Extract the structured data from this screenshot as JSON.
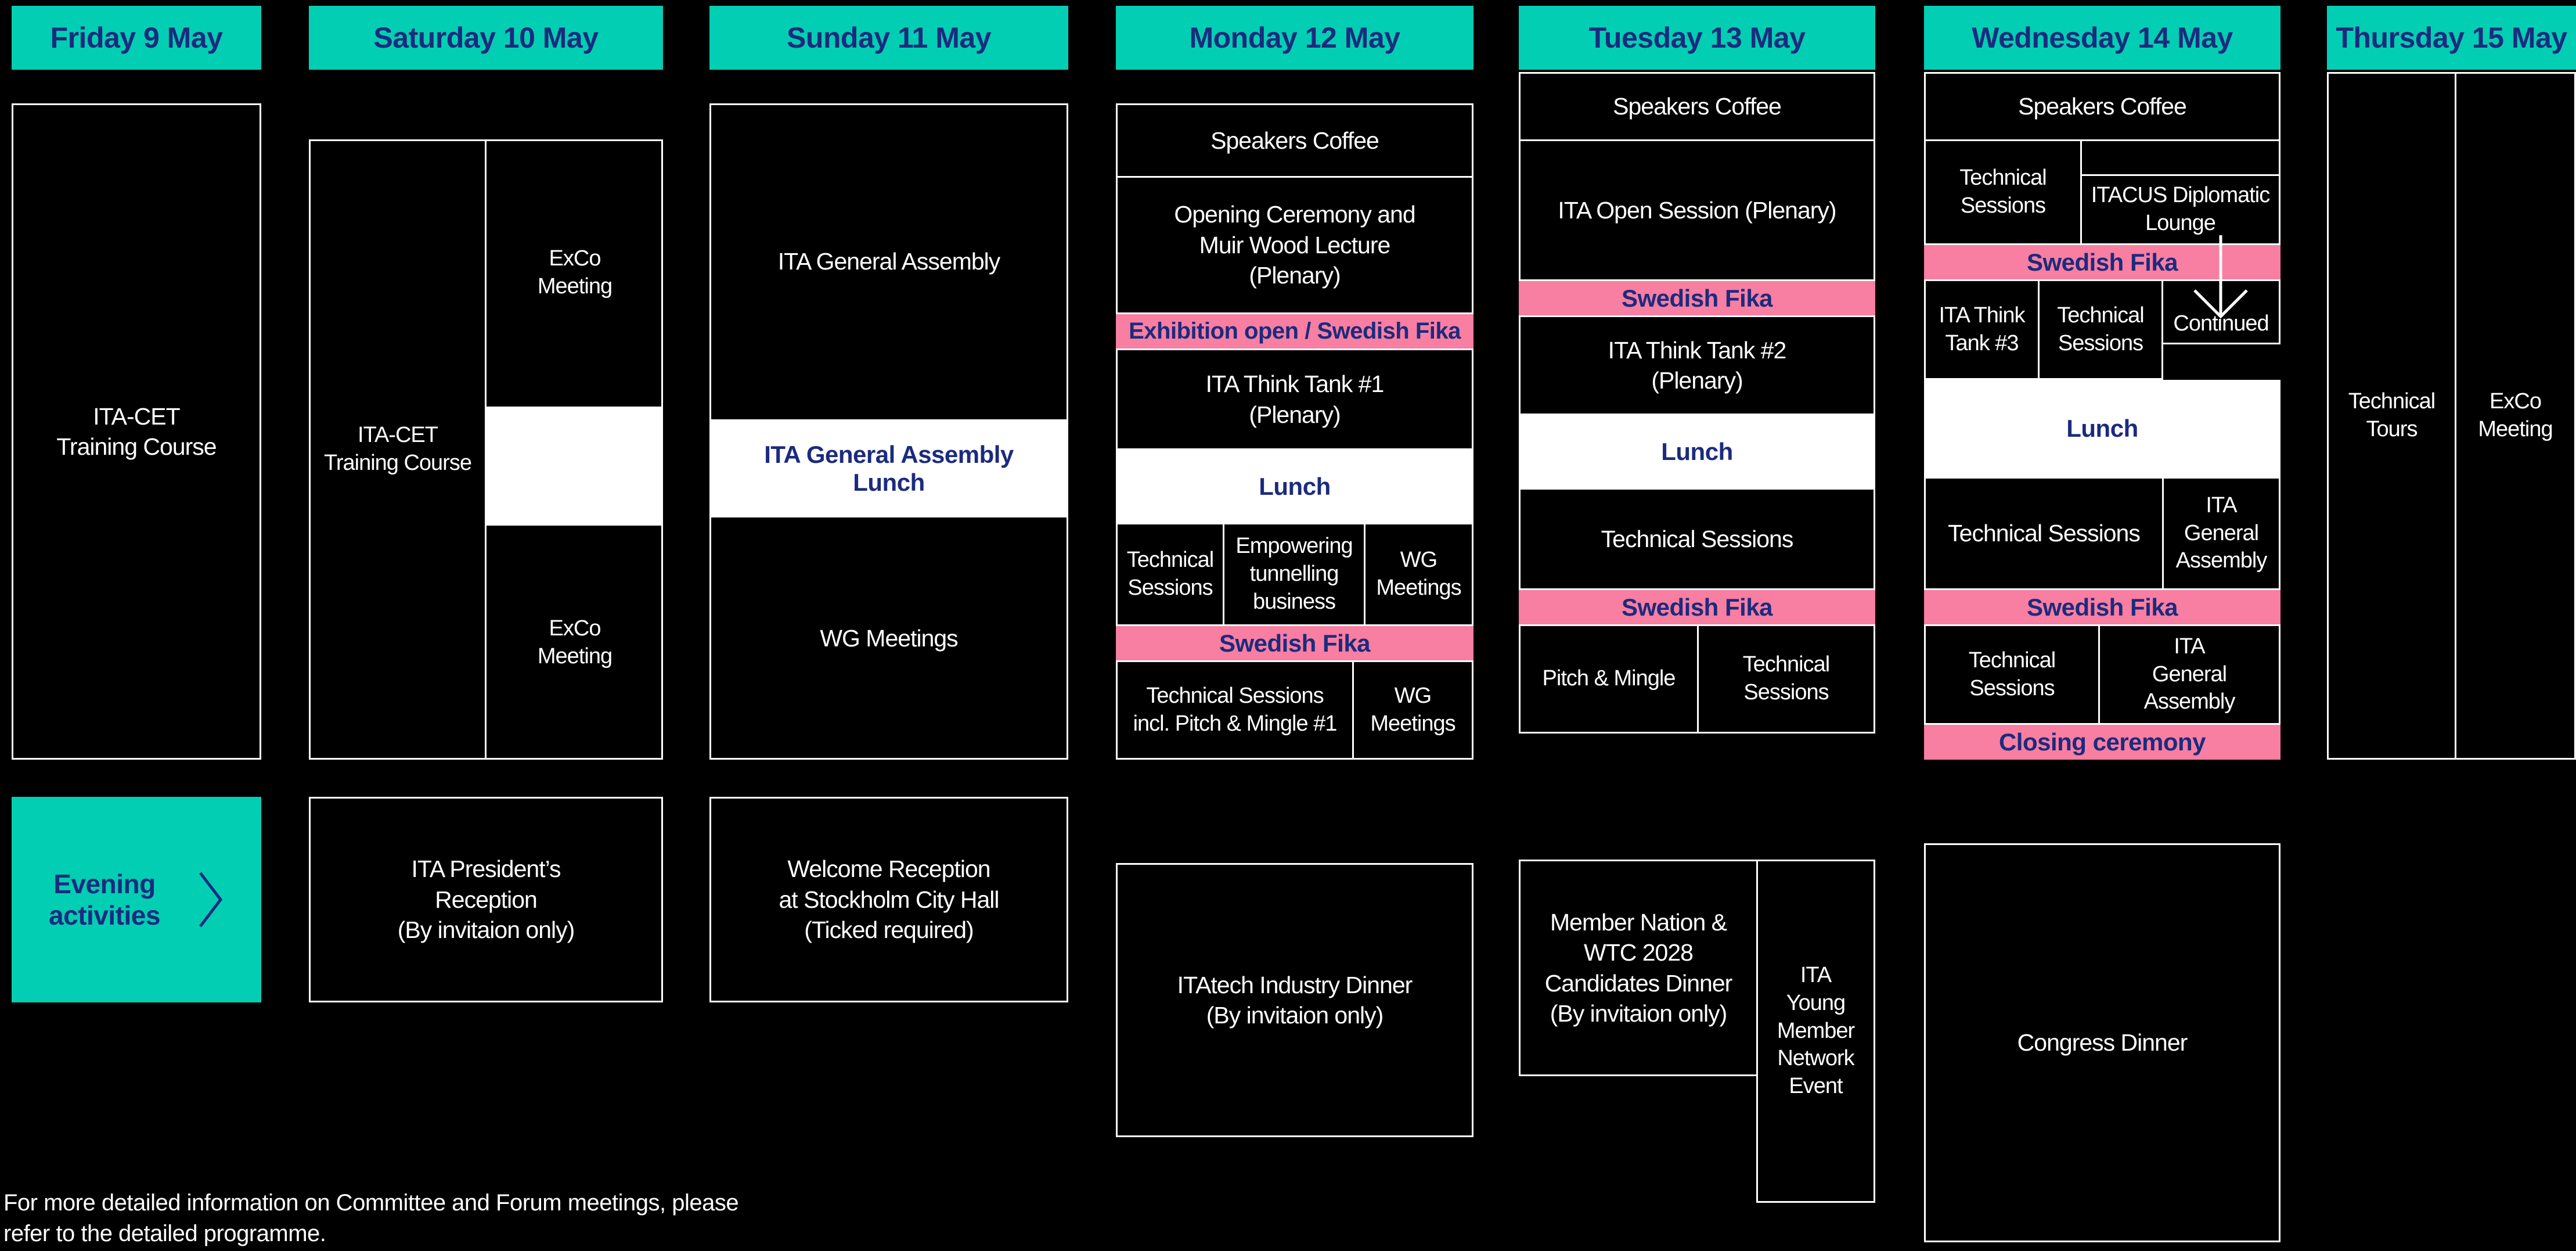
{
  "colors": {
    "teal": "#02ceb4",
    "navy": "#1b2b7d",
    "pink": "#f87ea2",
    "black": "#000000",
    "white": "#ffffff"
  },
  "days": [
    {
      "title": "Friday 9 May",
      "events": {
        "training": "ITA-CET\nTraining Course",
        "evening": "Evening\nactivities"
      }
    },
    {
      "title": "Saturday 10 May",
      "events": {
        "training": "ITA-CET\nTraining Course",
        "exco_am": "ExCo\nMeeting",
        "exco_pm": "ExCo\nMeeting",
        "reception": "ITA President’s\nReception\n(By invitaion only)"
      }
    },
    {
      "title": "Sunday 11 May",
      "events": {
        "general_assembly": "ITA General Assembly",
        "ga_lunch": "ITA General Assembly\nLunch",
        "wg_meetings": "WG Meetings",
        "welcome_reception": "Welcome Reception\nat Stockholm City Hall\n(Ticked required)"
      }
    },
    {
      "title": "Monday 12 May",
      "events": {
        "speakers_coffee": "Speakers Coffee",
        "opening": "Opening Ceremony and\nMuir Wood Lecture\n(Plenary)",
        "exhibition_fika": "Exhibition open / Swedish Fika",
        "think_tank_1": "ITA Think Tank #1\n(Plenary)",
        "lunch": "Lunch",
        "technical_sessions": "Technical\nSessions",
        "empowering": "Empowering\ntunnelling\nbusiness",
        "wg_meetings_1": "WG\nMeetings",
        "swedish_fika": "Swedish Fika",
        "tech_pitch_mingle": "Technical Sessions\nincl. Pitch & Mingle #1",
        "wg_meetings_2": "WG\nMeetings",
        "industry_dinner": "ITAtech Industry Dinner\n(By invitaion only)"
      }
    },
    {
      "title": "Tuesday 13 May",
      "events": {
        "speakers_coffee": "Speakers Coffee",
        "open_session": "ITA Open Session (Plenary)",
        "swedish_fika_am": "Swedish Fika",
        "think_tank_2": "ITA Think Tank #2\n(Plenary)",
        "lunch": "Lunch",
        "technical_sessions": "Technical Sessions",
        "swedish_fika_pm": "Swedish Fika",
        "pitch_mingle": "Pitch & Mingle",
        "technical_sessions_2": "Technical\nSessions",
        "candidates_dinner": "Member Nation &\nWTC 2028\nCandidates Dinner\n(By invitaion only)",
        "young_member_event": "ITA\nYoung\nMember\nNetwork\nEvent"
      }
    },
    {
      "title": "Wednesday 14 May",
      "events": {
        "speakers_coffee": "Speakers Coffee",
        "technical_sessions_1": "Technical\nSessions",
        "itacus_lounge": "ITACUS Diplomatic\nLounge",
        "swedish_fika_am": "Swedish Fika",
        "think_tank_3": "ITA Think\nTank #3",
        "technical_sessions_2": "Technical\nSessions",
        "continued": "Continued",
        "lunch": "Lunch",
        "technical_sessions_3": "Technical Sessions",
        "general_assembly_1": "ITA\nGeneral\nAssembly",
        "swedish_fika_pm": "Swedish Fika",
        "technical_sessions_4": "Technical\nSessions",
        "general_assembly_2": "ITA\nGeneral\nAssembly",
        "closing_ceremony": "Closing ceremony",
        "congress_dinner": "Congress Dinner"
      }
    },
    {
      "title": "Thursday 15 May",
      "events": {
        "technical_tours": "Technical\nTours",
        "exco_meeting": "ExCo\nMeeting"
      }
    }
  ],
  "footnote": "For more detailed information on Committee and Forum meetings, please\nrefer to the detailed programme."
}
